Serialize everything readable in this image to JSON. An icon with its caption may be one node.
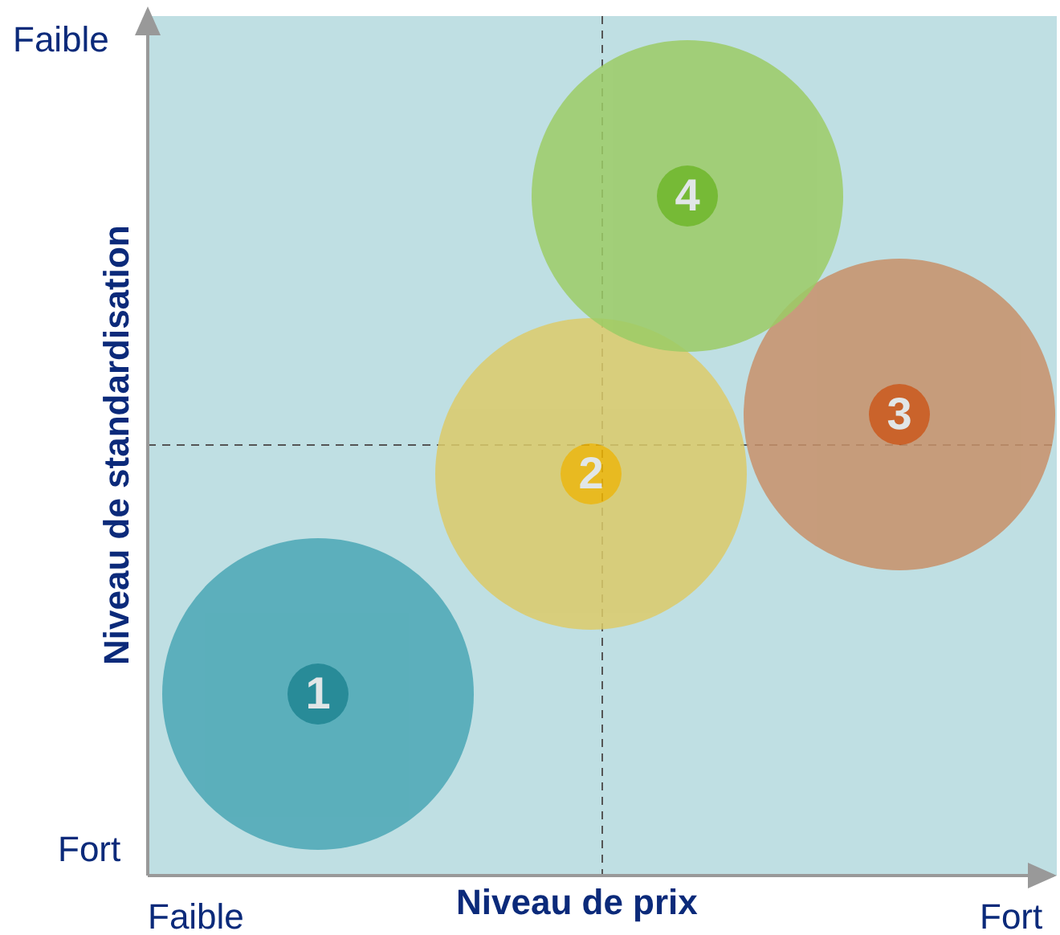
{
  "diagram": {
    "nodes": [
      {
        "text": [
          "1"
        ]
      },
      {
        "text": [
          "2"
        ]
      },
      {
        "text": [
          "3"
        ]
      },
      {
        "text": [
          "4"
        ]
      }
    ],
    "labels": [
      "Faible",
      "Niveau de standardisation",
      "Fort",
      "Faible",
      "Niveau de prix",
      "Fort"
    ]
  }
}
